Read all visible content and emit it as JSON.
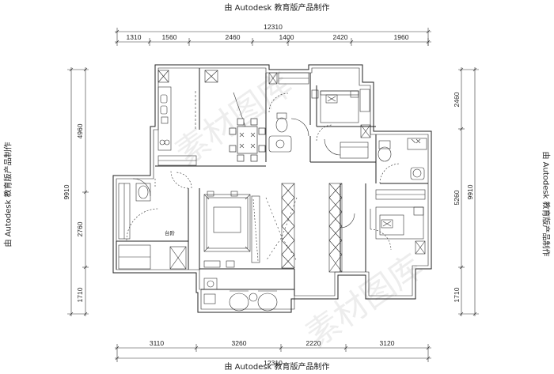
{
  "stamp_text": "由 Autodesk 教育版产品制作",
  "watermark": "素材图库",
  "room_label": "台阶",
  "dimensions": {
    "top_total": "12310",
    "top_segments": [
      "1310",
      "1560",
      "2460",
      "1400",
      "2420",
      "1960"
    ],
    "bottom_total": "12310",
    "bottom_segments": [
      "3110",
      "3260",
      "2220",
      "3120"
    ],
    "left_total": "9910",
    "left_segments": [
      "4960",
      "2760",
      "1710"
    ],
    "right_total": "9910",
    "right_segments": [
      "2460",
      "5260",
      "1710"
    ]
  }
}
